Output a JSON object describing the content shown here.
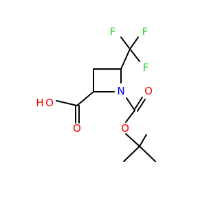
{
  "colors": {
    "bond": "#000000",
    "carbon": "#000000",
    "oxygen": "#ff0000",
    "nitrogen": "#0000ff",
    "fluorine": "#33cc33",
    "background": "#ffffff"
  },
  "atoms": {
    "F_top_left": "F",
    "F_top_right": "F",
    "F_right": "F",
    "N": "N",
    "O_hydroxyl": "O",
    "H_hydroxyl": "H",
    "O_acid_carbonyl": "O",
    "O_boc_carbonyl": "O",
    "O_ester": "O"
  }
}
